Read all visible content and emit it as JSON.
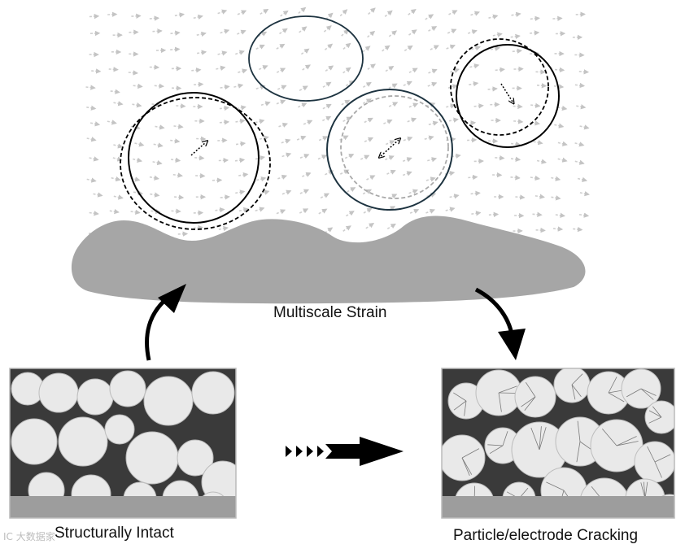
{
  "captions": {
    "main": "Multiscale Strain",
    "left_panel": "Structurally Intact",
    "right_panel": "Particle/electrode Cracking"
  },
  "watermark": "IC 大数据家",
  "colors": {
    "electrode_fill": "#a6a6a6",
    "flow_arrow": "#c9c9c9",
    "particle_outline_dark": "#1d3340",
    "particle_outline_black": "#000000",
    "panel_background": "#3a3a3a",
    "particle_fill": "#e9e9e9",
    "substrate": "#9d9d9d"
  },
  "icons": {
    "curved_arrow_up": "curved-arrow-up-icon",
    "curved_arrow_down": "curved-arrow-down-icon",
    "progression_arrow": "progression-arrow-icon"
  }
}
